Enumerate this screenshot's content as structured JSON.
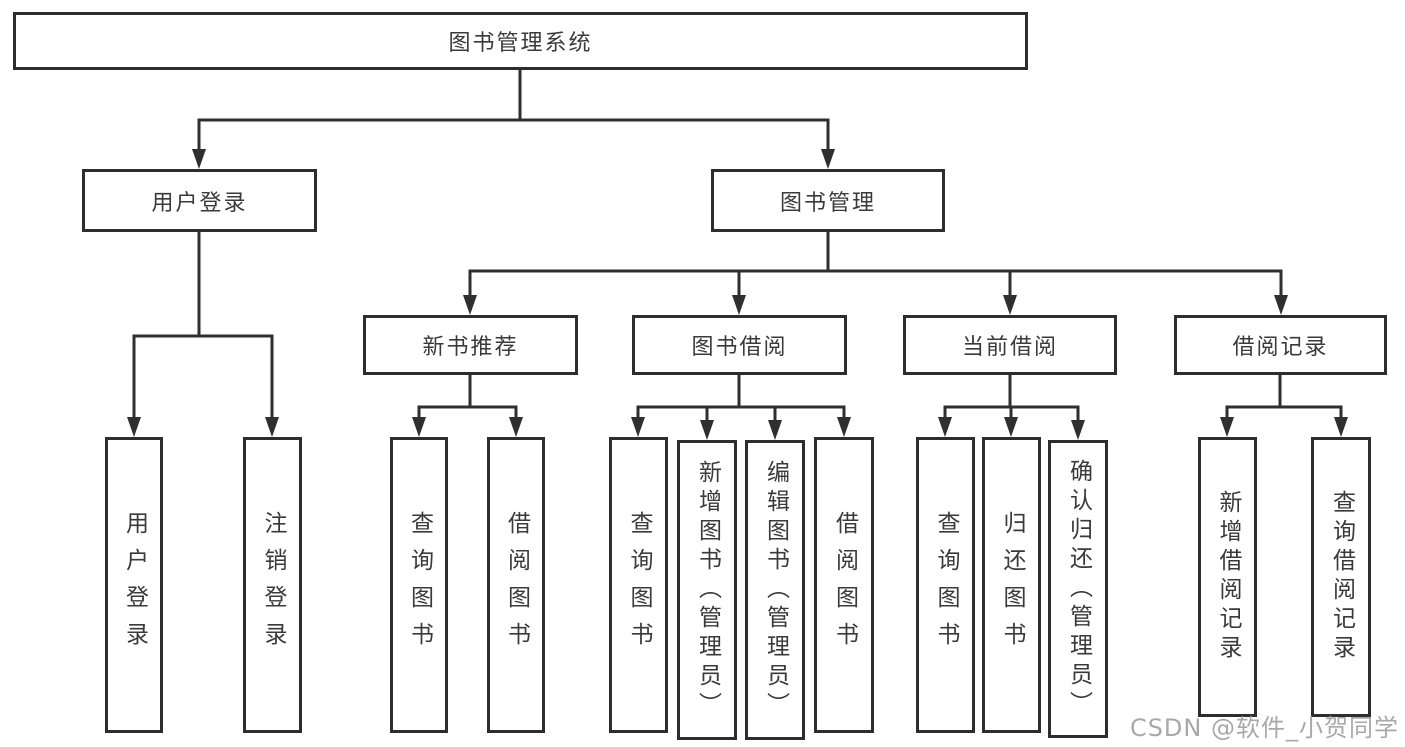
{
  "diagram": {
    "root": {
      "label": "图书管理系统"
    },
    "level2": [
      {
        "label": "用户登录"
      },
      {
        "label": "图书管理"
      }
    ],
    "level3": [
      {
        "label": "新书推荐"
      },
      {
        "label": "图书借阅"
      },
      {
        "label": "当前借阅"
      },
      {
        "label": "借阅记录"
      }
    ],
    "leaves": [
      {
        "label": "用户登录"
      },
      {
        "label": "注销登录"
      },
      {
        "label": "查询图书"
      },
      {
        "label": "借阅图书"
      },
      {
        "label": "查询图书"
      },
      {
        "label": "新增图书（管理员）"
      },
      {
        "label": "编辑图书（管理员）"
      },
      {
        "label": "借阅图书"
      },
      {
        "label": "查询图书"
      },
      {
        "label": "归还图书"
      },
      {
        "label": "确认归还（管理员）"
      },
      {
        "label": "新增借阅记录"
      },
      {
        "label": "查询借阅记录"
      }
    ]
  },
  "watermark": {
    "text": "CSDN @软件_小贺同学"
  },
  "colors": {
    "line": "#2f2f2f",
    "box_border": "#2d2d2d",
    "box_fill": "#ffffff",
    "text": "#3a3a3a",
    "background": "#ffffff",
    "watermark": "#9e9e9e"
  }
}
